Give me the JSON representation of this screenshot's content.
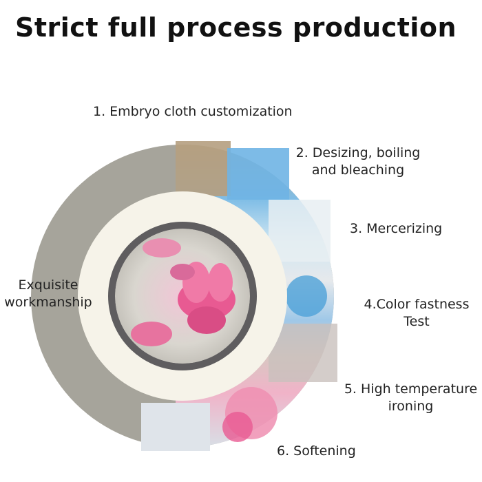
{
  "title": "Strict full process production",
  "steps": [
    {
      "line1": "1. Embryo cloth customization",
      "line2": ""
    },
    {
      "line1": "2. Desizing, boiling",
      "line2": "and bleaching"
    },
    {
      "line1": "3. Mercerizing",
      "line2": ""
    },
    {
      "line1": "4.Color fastness",
      "line2": "Test"
    },
    {
      "line1": "5. High temperature",
      "line2": "ironing"
    },
    {
      "line1": "6. Softening",
      "line2": ""
    }
  ],
  "side_label": {
    "line1": "Exquisite",
    "line2": "workmanship"
  },
  "colors": {
    "outer_ring": "#a6a49b",
    "inner_dark_ring": "#5f5d5f",
    "cream_band": "#f6f3e9",
    "flower_pink": "#e85a92",
    "photo_blue": "#8fc9ea"
  }
}
